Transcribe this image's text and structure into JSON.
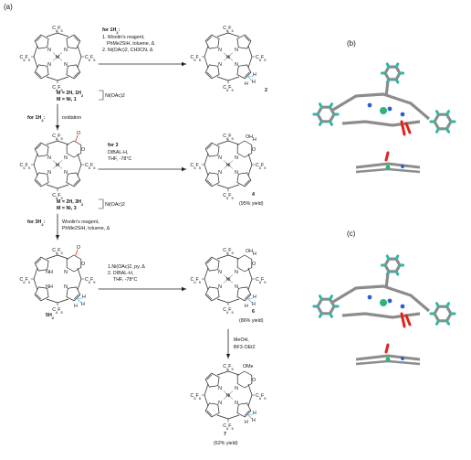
{
  "figure": {
    "panels": {
      "a": "(a)",
      "b": "(b)",
      "c": "(c)"
    },
    "substituent": "C6F5",
    "metal_label": "M",
    "nickel_label": "Ni",
    "nitrogen_label": "N",
    "nh_label": "NH",
    "hydrogen_label": "H",
    "oxygen_label": "O",
    "hydroxyl_label": "OH",
    "methoxy_label": "OMe",
    "arrows": {
      "top": {
        "for": "for 1H2:",
        "steps": [
          "1. Woolin's reagent,",
          "PhMe2SiH, toluene, Δ",
          "2. Ni(OAc)2, CH3CN, Δ"
        ]
      },
      "left1": {
        "for": "for 1H2:",
        "text": "oxidation"
      },
      "mid": {
        "for": "for 3",
        "steps": [
          "DIBAL-H,",
          "THF, -78°C"
        ]
      },
      "left2": {
        "for": "for 3H2:",
        "text": "Woolin's reagent,",
        "text2": "PhMe2SiH, toluene, Δ"
      },
      "lower": {
        "steps": [
          "1.Ni(OAc)2, py, Δ",
          "2. DIBAL-H,",
          "THF, -78°C"
        ]
      },
      "down": {
        "steps": [
          "MeOH,",
          "BF3·OEt2"
        ]
      }
    },
    "metal_sets": {
      "set1": [
        "M = 2H, 1H2",
        "M = Ni, 1"
      ],
      "set2": [
        "M = 2H, 3H2",
        "M = Ni, 3"
      ]
    },
    "reagent_nioac": "Ni(OAc)2",
    "compounds": {
      "c2": "2",
      "c4": "4",
      "c4_yield": "(95% yield)",
      "c5": "5H2",
      "c6": "6",
      "c6_yield": "(86% yield)",
      "c7": "7",
      "c7_yield": "(62% yield)"
    }
  },
  "colors": {
    "bond": "#222222",
    "metal": "#2bb673",
    "hydrogen": "#29abe2",
    "oxygen": "#e2231a",
    "carbon3d": "#8c8c8c",
    "fluorine3d": "#2fb7a7",
    "nitrogen3d": "#2f5fd0"
  },
  "icons": [
    "porphyrin-structure",
    "crystal-structure-b",
    "crystal-structure-c"
  ]
}
